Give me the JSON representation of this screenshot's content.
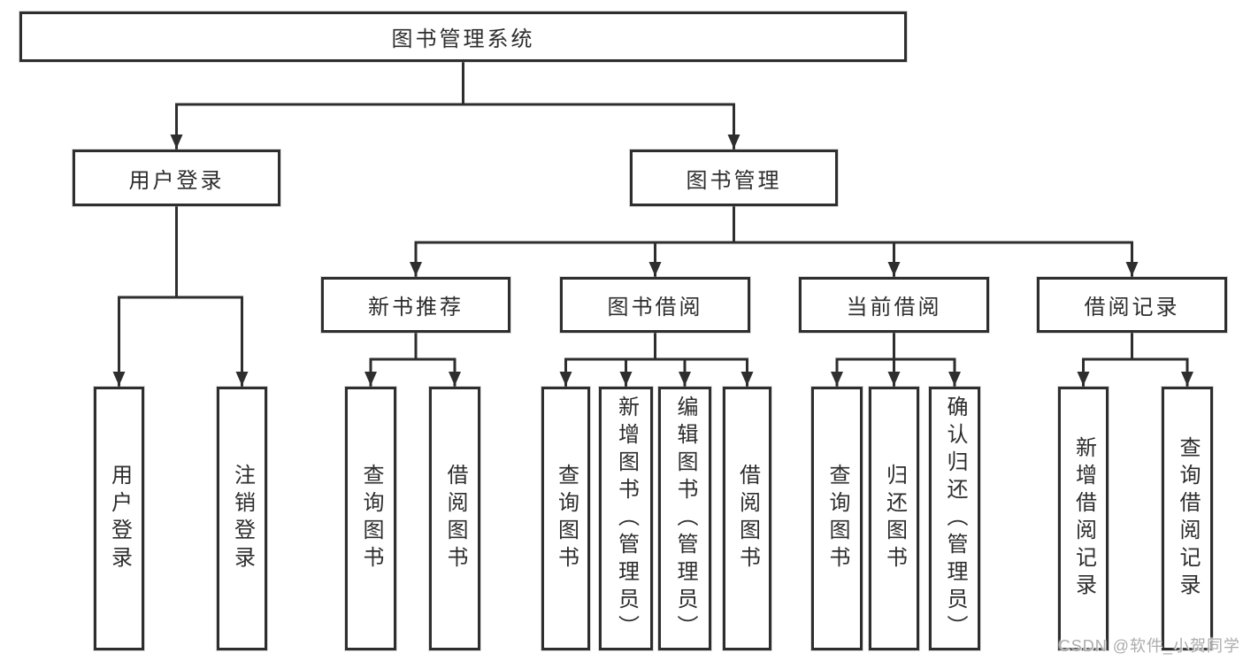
{
  "diagram_title": "图书管理系统",
  "colors": {
    "background": "#ffffff",
    "box_border": "#2e2e2e",
    "line": "#2e2e2e",
    "text": "#2d2d2d",
    "watermark": "#a8a8a8"
  },
  "nodes": {
    "root": {
      "label": "图书管理系统"
    },
    "level2": {
      "user_login": {
        "label": "用户登录",
        "parent": "图书管理系统"
      },
      "book_management": {
        "label": "图书管理",
        "parent": "图书管理系统"
      }
    },
    "level3": {
      "new_book_recommend": {
        "label": "新书推荐",
        "parent": "图书管理"
      },
      "book_borrow": {
        "label": "图书借阅",
        "parent": "图书管理"
      },
      "current_borrow": {
        "label": "当前借阅",
        "parent": "图书管理"
      },
      "borrow_records": {
        "label": "借阅记录",
        "parent": "图书管理"
      }
    },
    "leaves": {
      "user_login": {
        "label": "用户登录",
        "parent": "用户登录"
      },
      "logout": {
        "label": "注销登录",
        "parent": "用户登录"
      },
      "rec_query_books": {
        "label": "查询图书",
        "parent": "新书推荐"
      },
      "rec_borrow_books": {
        "label": "借阅图书",
        "parent": "新书推荐"
      },
      "bb_query_books": {
        "label": "查询图书",
        "parent": "图书借阅"
      },
      "bb_add_books_admin": {
        "label": "新增图书（管理员）",
        "parent": "图书借阅"
      },
      "bb_edit_books_admin": {
        "label": "编辑图书（管理员）",
        "parent": "图书借阅"
      },
      "bb_borrow_books": {
        "label": "借阅图书",
        "parent": "图书借阅"
      },
      "cb_query_books": {
        "label": "查询图书",
        "parent": "当前借阅"
      },
      "cb_return_books": {
        "label": "归还图书",
        "parent": "当前借阅"
      },
      "cb_confirm_return_admin": {
        "label": "确认归还（管理员）",
        "parent": "当前借阅"
      },
      "br_add_record": {
        "label": "新增借阅记录",
        "parent": "借阅记录"
      },
      "br_query_record": {
        "label": "查询借阅记录",
        "parent": "借阅记录"
      }
    }
  },
  "watermark": {
    "text": "CSDN @软件_小贺同学"
  }
}
